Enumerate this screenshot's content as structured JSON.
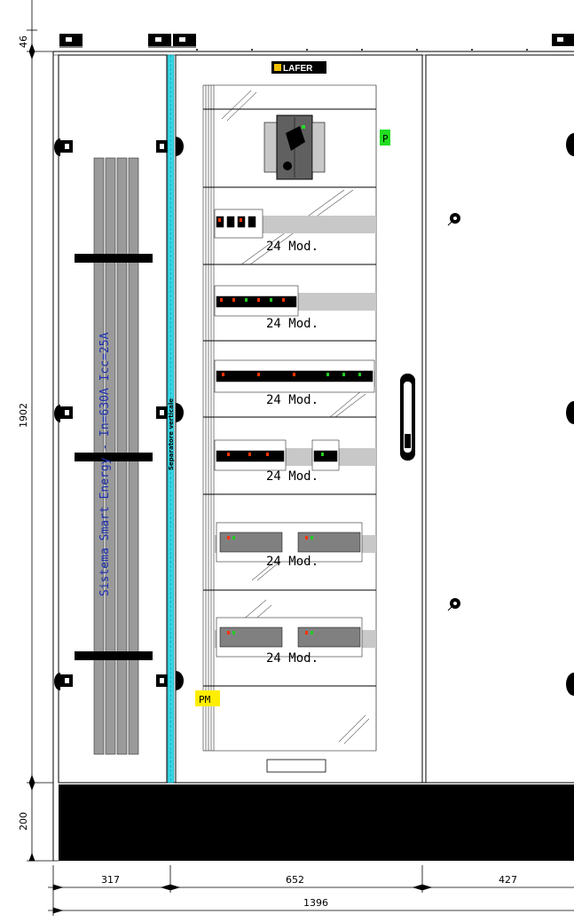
{
  "dimensions": {
    "top_offset": "46",
    "total_height": "1902",
    "base_height": "200",
    "col1_width": "317",
    "col2_width": "652",
    "col3_width": "427",
    "total_width": "1396"
  },
  "brand": "LAFER",
  "busbar_label": "Sistema Smart Energy - In=630A Icc=25A",
  "separator_label": "Separatore verticale",
  "section_labels": {
    "p": "P",
    "pm": "PM"
  },
  "module_label": "24 Mod.",
  "colors": {
    "separator": "#36d7e6",
    "p_tag": "#22dd22",
    "pm_tag": "#ffee00",
    "busbar": "#9a9a9a",
    "rail": "#c8c8c8",
    "base": "#000000",
    "label_blue": "#1a2fb0"
  },
  "icons": [
    "hinge-icon",
    "lifting-eye-icon",
    "lock-icon",
    "door-handle-icon",
    "main-switch-icon"
  ]
}
